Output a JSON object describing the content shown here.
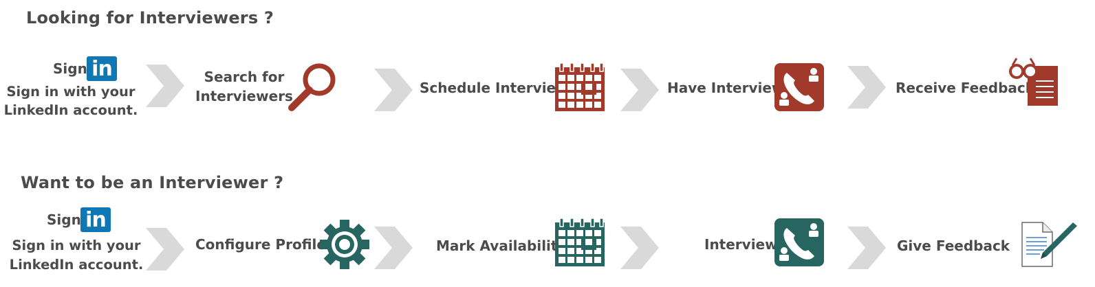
{
  "section_top": {
    "heading": "Looking for Interviewers ?",
    "sign_label": "Sign",
    "linkedin_badge": "in",
    "sign_desc_line1": "Sign in with your",
    "sign_desc_line2": "LinkedIn account.",
    "steps": [
      {
        "label_line1": "Search for",
        "label_line2": "Interviewers",
        "icon": "magnifier-icon"
      },
      {
        "label": "Schedule Interview",
        "icon": "calendar-icon"
      },
      {
        "label": "Have Interview",
        "icon": "phone-contacts-icon"
      },
      {
        "label": "Receive Feedback",
        "icon": "glasses-document-icon"
      }
    ]
  },
  "section_bottom": {
    "heading": "Want to be an Interviewer ?",
    "sign_label": "Sign",
    "linkedin_badge": "in",
    "sign_desc_line1": "Sign in with your",
    "sign_desc_line2": "LinkedIn account.",
    "steps": [
      {
        "label": "Configure Profile",
        "icon": "gear-icon"
      },
      {
        "label": "Mark Availability",
        "icon": "calendar-icon"
      },
      {
        "label": "Interview",
        "icon": "phone-contacts-icon"
      },
      {
        "label": "Give Feedback",
        "icon": "document-pen-icon"
      }
    ]
  },
  "colors": {
    "top_icon": "#a23a2c",
    "bottom_icon": "#276560",
    "arrow": "#d9d9d9",
    "linkedin": "#0f78b4",
    "text": "#4b4b4b"
  }
}
